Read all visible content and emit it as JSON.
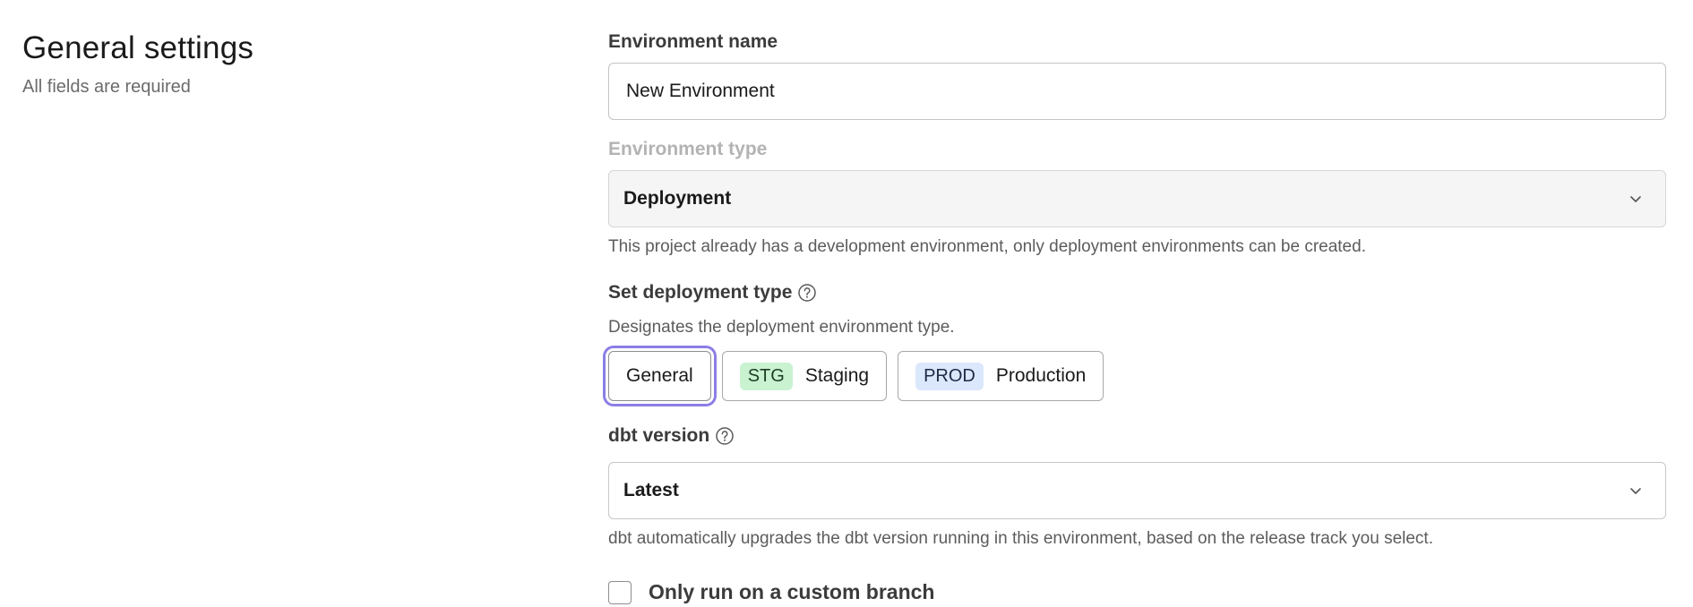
{
  "section": {
    "title": "General settings",
    "subtitle": "All fields are required"
  },
  "env_name": {
    "label": "Environment name",
    "value": "New Environment"
  },
  "env_type": {
    "label": "Environment type",
    "value": "Deployment",
    "help": "This project already has a development environment, only deployment environments can be created."
  },
  "deploy_type": {
    "label": "Set deployment type",
    "help": "Designates the deployment environment type.",
    "options": [
      {
        "badge": "",
        "label": "General"
      },
      {
        "badge": "STG",
        "label": "Staging"
      },
      {
        "badge": "PROD",
        "label": "Production"
      }
    ]
  },
  "dbt_version": {
    "label": "dbt version",
    "value": "Latest",
    "help": "dbt automatically upgrades the dbt version running in this environment, based on the release track you select."
  },
  "custom_branch": {
    "label": "Only run on a custom branch"
  },
  "colors": {
    "focus_ring": "#8b7ee6",
    "stg_badge": "#c9f2d1",
    "prod_badge": "#dbe7fb"
  },
  "icons": {
    "help": "help-circle-icon",
    "dropdown": "chevron-down-icon"
  }
}
